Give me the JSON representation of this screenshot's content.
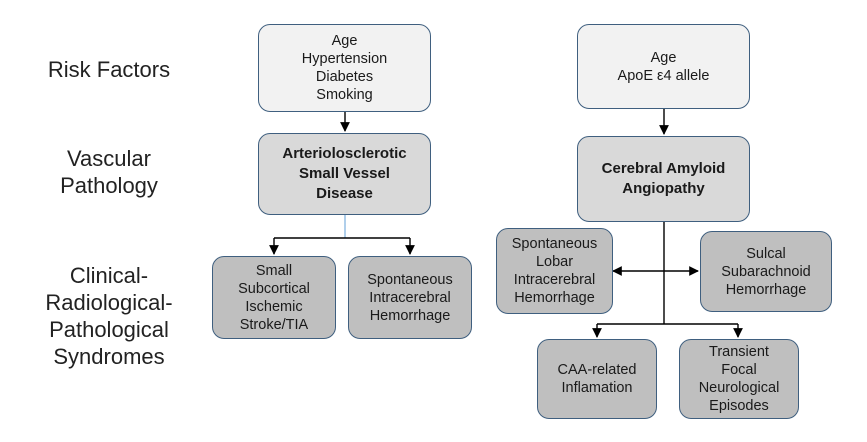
{
  "row_labels": {
    "risk": "Risk Factors",
    "vascular": "Vascular\nPathology",
    "syndromes": "Clinical-\nRadiological-\nPathological\nSyndromes"
  },
  "left": {
    "risk": "Age\nHypertension\nDiabetes\nSmoking",
    "pathology": "Arteriolosclerotic\nSmall Vessel\nDisease",
    "syndromes": [
      "Small\nSubcortical\nIschemic\nStroke/TIA",
      "Spontaneous\nIntracerebral\nHemorrhage"
    ]
  },
  "right": {
    "risk": "Age\nApoE ε4 allele",
    "pathology": "Cerebral Amyloid\nAngiopathy",
    "syndromes": [
      "Spontaneous\nLobar\nIntracerebral\nHemorrhage",
      "Sulcal\nSubarachnoid\nHemorrhage",
      "CAA-related\nInflamation",
      "Transient\nFocal\nNeurological\nEpisodes"
    ]
  },
  "colors": {
    "border": "#3f5f7f",
    "risk_fill": "#f2f2f2",
    "pathology_fill": "#d9d9d9",
    "syndrome_fill": "#bfbfbf",
    "connector": "#000000",
    "connector_accent": "#9dc3e6"
  }
}
